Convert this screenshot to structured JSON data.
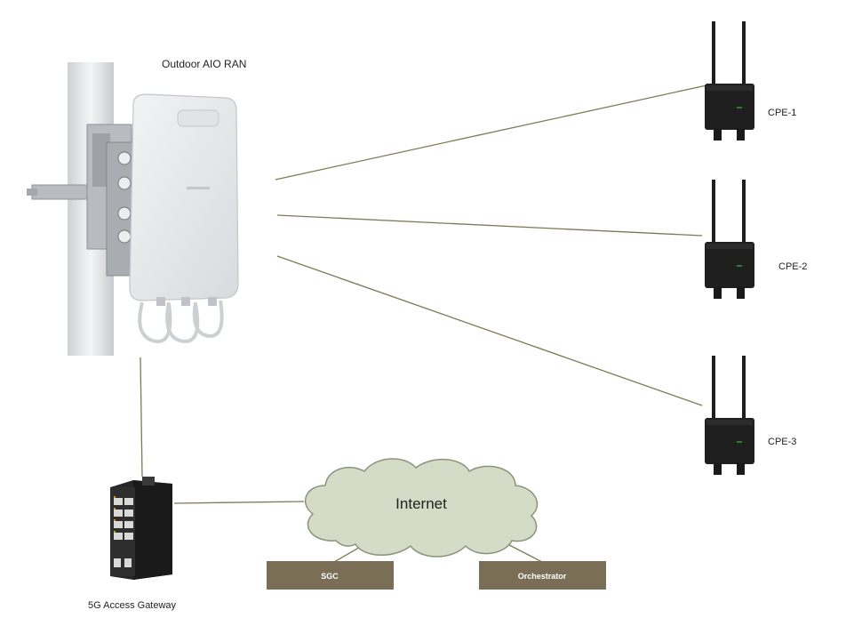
{
  "labels": {
    "ran": "Outdoor AIO RAN",
    "gateway": "5G Access Gateway",
    "internet": "Internet",
    "sgc": "SGC",
    "orchestrator": "Orchestrator",
    "cpe1": "CPE-1",
    "cpe2": "CPE-2",
    "cpe3": "CPE-3"
  },
  "colors": {
    "link": "#7d7a55",
    "box": "#7a6e57",
    "cloud": "#d4dcc8",
    "cloud_stroke": "#8a947a",
    "device_dark": "#1f1f1f",
    "ran_body": "#e9eaec"
  },
  "icons": {
    "ran": "outdoor-radio-unit-icon",
    "cpe": "cpe-router-icon",
    "gateway": "industrial-switch-icon",
    "cloud": "cloud-icon"
  }
}
